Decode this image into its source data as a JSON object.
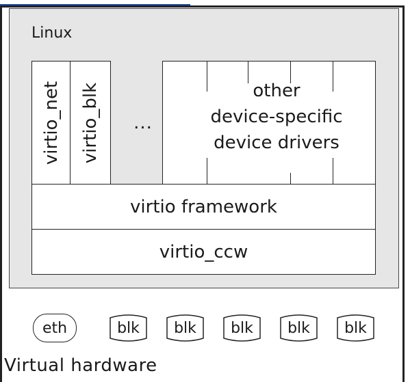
{
  "linux": {
    "label": "Linux"
  },
  "drivers": {
    "net": "virtio_net",
    "blk": "virtio_blk",
    "ellipsis": "..."
  },
  "other": {
    "line1": "other",
    "line2": "device-specific",
    "line3": "device drivers"
  },
  "layers": {
    "framework": "virtio framework",
    "ccw": "virtio_ccw"
  },
  "hardware": {
    "eth": "eth",
    "disks": [
      "blk",
      "blk",
      "blk",
      "blk",
      "blk"
    ],
    "label": "Virtual hardware"
  }
}
